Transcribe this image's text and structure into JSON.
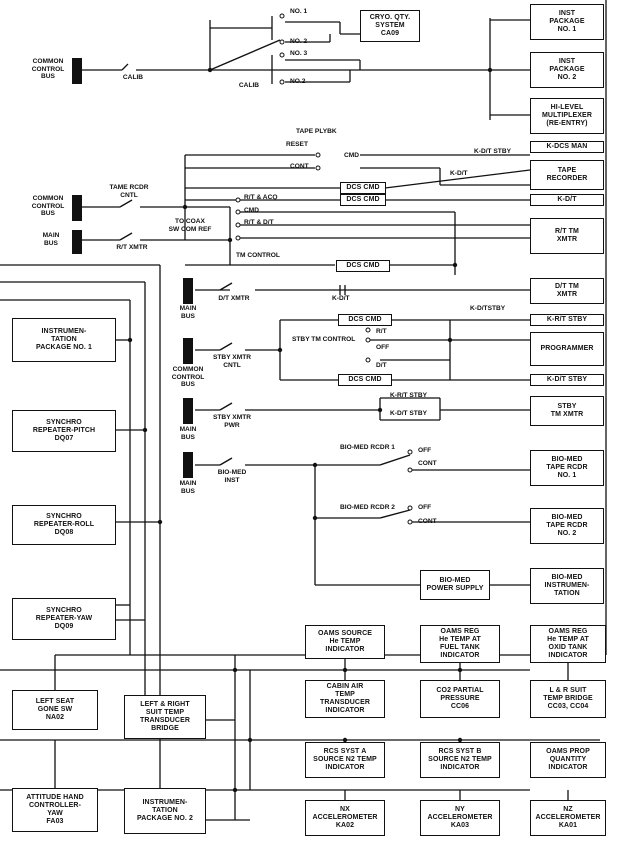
{
  "buses": {
    "common1": "COMMON\nCONTROL\nBUS",
    "common2": "COMMON\nCONTROL\nBUS",
    "main1": "MAIN\nBUS",
    "main2": "MAIN\nBUS",
    "common3": "COMMON\nCONTROL\nBUS",
    "main3": "MAIN\nBUS",
    "main4": "MAIN\nBUS"
  },
  "switches": {
    "calib1": "CALIB",
    "calib2": "CALIB",
    "no1": "NO. 1",
    "no2": "NO. 2",
    "no3": "NO. 3",
    "no2b": "NO.2",
    "tape_plybk": "TAPE PLYBK",
    "reset": "RESET",
    "cmd": "CMD",
    "cont": "CONT",
    "tame_rcdr": "TAME RCDR\nCNTL",
    "rt_xmtr": "R/T XMTR",
    "to_coax": "TO COAX\nSW COM REF",
    "rt_acq": "R/T & ACQ",
    "cmd2": "CMD",
    "rt_dt": "R/T & D/T",
    "tm_control": "TM CONTROL",
    "dt_xmtr": "D/T XMTR",
    "stby_xmtr_cntl": "STBY XMTR\nCNTL",
    "stby_tm_control": "STBY TM CONTROL",
    "rt": "R/T",
    "off": "OFF",
    "dt": "D/T",
    "stby_xmtr_pwr": "STBY XMTR\nPWR",
    "bio_med_inst": "BIO-MED\nINST",
    "bio_med_rcdr1": "BIO-MED RCDR 1",
    "bio_off1": "OFF",
    "bio_cont1": "CONT",
    "bio_med_rcdr2": "BIO-MED RCDR 2",
    "bio_off2": "OFF",
    "bio_cont2": "CONT"
  },
  "relays": {
    "k_dt_stby": "K-D/T STBY",
    "k_dt": "K-D/T",
    "k_dt2": "K-D/T",
    "k_dt_tstby": "K-D/TSTBY",
    "k_rt_stby": "K-R/T STBY",
    "k_dt_stby2": "K-D/T STBY"
  },
  "boxes": {
    "cryo": "CRYO. QTY.\nSYSTEM\nCA09",
    "inst1": "INST\nPACKAGE\nNO. 1",
    "inst2": "INST\nPACKAGE\nNO. 2",
    "hilevel": "HI-LEVEL\nMULTIPLEXER\n(RE-ENTRY)",
    "kdcs": "K-DCS MAN",
    "tape": "TAPE\nRECORDER",
    "dcs1": "DCS CMD",
    "dcs2": "DCS CMD",
    "kdt_box": "K-D/T",
    "rttm": "R/T TM\nXMTR",
    "dcs3": "DCS CMD",
    "dttm": "D/T TM\nXMTR",
    "dcs4": "DCS CMD",
    "krt_stby": "K-R/T STBY",
    "programmer": "PROGRAMMER",
    "dcs5": "DCS CMD",
    "kdt_stby": "K-D/T STBY",
    "stbytm": "STBY\nTM XMTR",
    "biorcdr1": "BIO-MED\nTAPE RCDR\nNO. 1",
    "biorcdr2": "BIO-MED\nTAPE RCDR\nNO. 2",
    "biops": "BIO-MED\nPOWER SUPPLY",
    "bioinst": "BIO-MED\nINSTRUMEN-\nTATION",
    "instr_pkg1": "INSTRUMEN-\nTATION\nPACKAGE NO. 1",
    "synchro_pitch": "SYNCHRO\nREPEATER-PITCH\nDQ07",
    "synchro_roll": "SYNCHRO\nREPEATER-ROLL\nDQ08",
    "synchro_yaw": "SYNCHRO\nREPEATER-YAW\nDQ09",
    "oams_src": "OAMS SOURCE\nHe TEMP\nINDICATOR",
    "oams_reg_fuel": "OAMS REG\nHe TEMP AT\nFUEL TANK\nINDICATOR",
    "oams_reg_oxid": "OAMS REG\nHe TEMP AT\nOXID TANK\nINDICATOR",
    "cabin_air": "CABIN AIR\nTEMP\nTRANSDUCER\nINDICATOR",
    "co2": "CO2 PARTIAL\nPRESSURE\nCC06",
    "lr_suit": "L & R SUIT\nTEMP BRIDGE\nCC03, CC04",
    "left_seat": "LEFT SEAT\nGONE SW\nNA02",
    "lr_suit_trans": "LEFT & RIGHT\nSUIT TEMP\nTRANSDUCER\nBRIDGE",
    "rcs_a": "RCS SYST A\nSOURCE N2 TEMP\nINDICATOR",
    "rcs_b": "RCS SYST B\nSOURCE N2 TEMP\nINDICATOR",
    "oams_prop": "OAMS PROP\nQUANTITY\nINDICATOR",
    "attitude": "ATTITUDE HAND\nCONTROLLER-\nYAW\nFA03",
    "instr_pkg2": "INSTRUMEN-\nTATION\nPACKAGE NO. 2",
    "nx": "NX\nACCELEROMETER\nKA02",
    "ny": "NY\nACCELEROMETER\nKA03",
    "nz": "NZ\nACCELEROMETER\nKA01"
  }
}
